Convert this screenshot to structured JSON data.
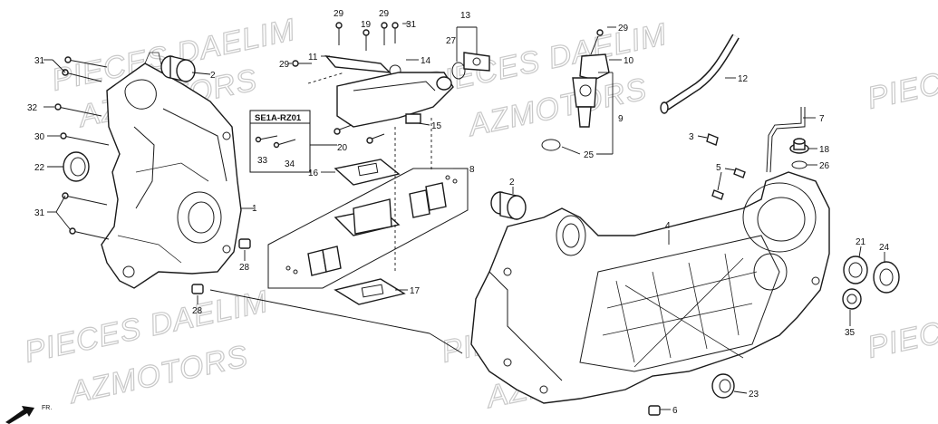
{
  "watermark": {
    "line1": "PIECES DAELIM",
    "line2": "AZMOTORS"
  },
  "kit_box": {
    "title": "SE1A-RZ01",
    "items": [
      "33",
      "34"
    ]
  },
  "direction_label": "FR.",
  "callouts": [
    "1",
    "2",
    "2",
    "3",
    "4",
    "5",
    "6",
    "7",
    "8",
    "9",
    "10",
    "11",
    "12",
    "13",
    "14",
    "15",
    "16",
    "17",
    "18",
    "19",
    "20",
    "21",
    "22",
    "23",
    "24",
    "25",
    "26",
    "27",
    "28",
    "28",
    "29",
    "29",
    "29",
    "29",
    "30",
    "31",
    "31",
    "31",
    "32",
    "35"
  ]
}
